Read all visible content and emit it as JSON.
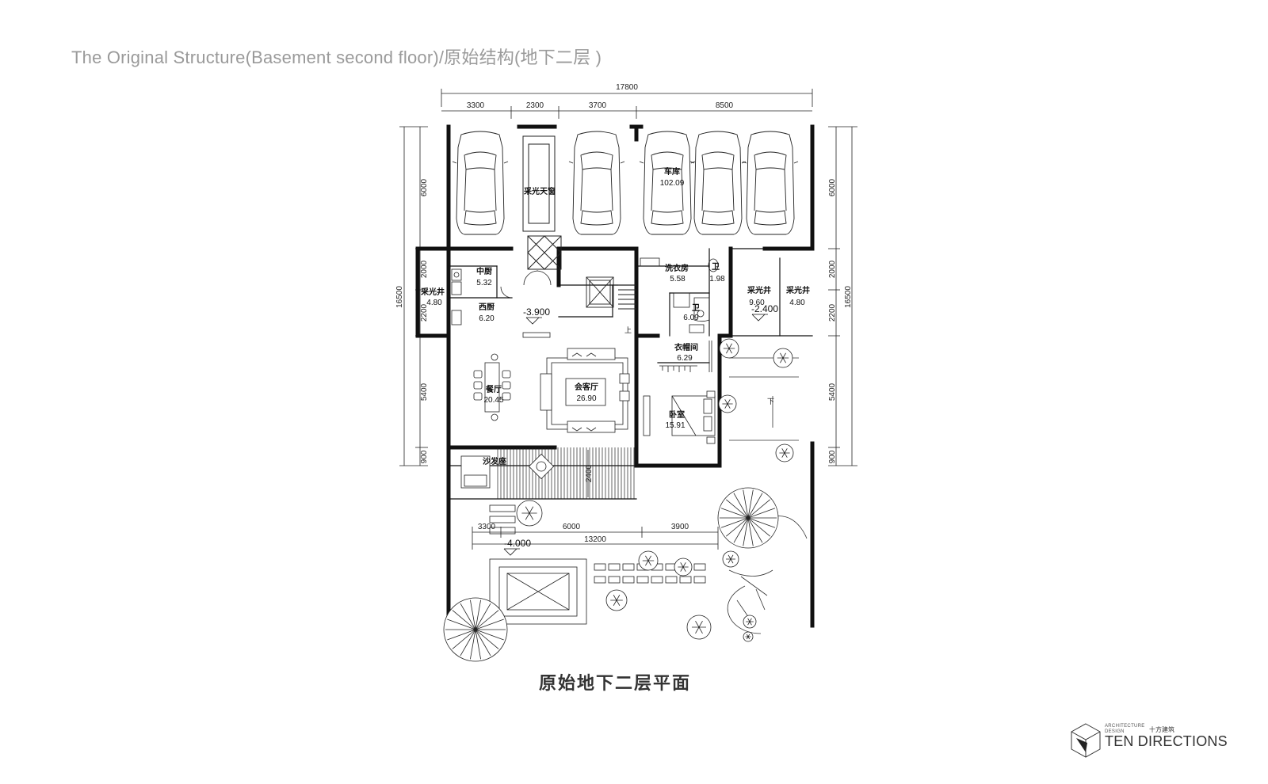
{
  "header": {
    "title": "The Original Structure(Basement second floor)/原始结构(地下二层 )"
  },
  "caption": "原始地下二层平面",
  "brand": {
    "tiny_line1": "ARCHITECTURE",
    "tiny_line2": "DESIGN",
    "cn_name": "十方建筑",
    "name": "TEN DIRECTIONS"
  },
  "dimensions": {
    "top_total": "17800",
    "top_segments": [
      "3300",
      "2300",
      "3700",
      "8500"
    ],
    "left_total": "16500",
    "left_segments": [
      "6000",
      "2000",
      "2200",
      "5400",
      "900"
    ],
    "right_total": "16500",
    "right_segments": [
      "6000",
      "2000",
      "2200",
      "5400",
      "900"
    ],
    "bottom_total": "13200",
    "bottom_segments": [
      "3300",
      "6000",
      "3900"
    ],
    "terrace_depth": "2400"
  },
  "rooms": {
    "garage": {
      "name": "车库",
      "area": "102.09"
    },
    "skylight": {
      "name": "采光天窗"
    },
    "light_well_left": {
      "name": "采光井",
      "area": "4.80"
    },
    "kitchen_chinese": {
      "name": "中厨",
      "area": "5.32"
    },
    "kitchen_western": {
      "name": "西厨",
      "area": "6.20"
    },
    "laundry": {
      "name": "洗衣房",
      "area": "5.58"
    },
    "wc_small": {
      "name": "卫",
      "area": "1.98"
    },
    "bath": {
      "name": "卫",
      "area": "6.09"
    },
    "light_well_mid": {
      "name": "采光井",
      "area": "9.60"
    },
    "light_well_right": {
      "name": "采光井",
      "area": "4.80"
    },
    "wardrobe": {
      "name": "衣帽间",
      "area": "6.29"
    },
    "dining": {
      "name": "餐厅",
      "area": "20.45"
    },
    "living": {
      "name": "会客厅",
      "area": "26.90"
    },
    "bedroom": {
      "name": "卧室",
      "area": "15.91"
    },
    "sofa_seat": {
      "name": "沙发座"
    }
  },
  "levels": {
    "interior": "-3.900",
    "light_well": "-2.400",
    "garden": "-4.000"
  },
  "stair_labels": {
    "up": "上",
    "down": "下"
  }
}
